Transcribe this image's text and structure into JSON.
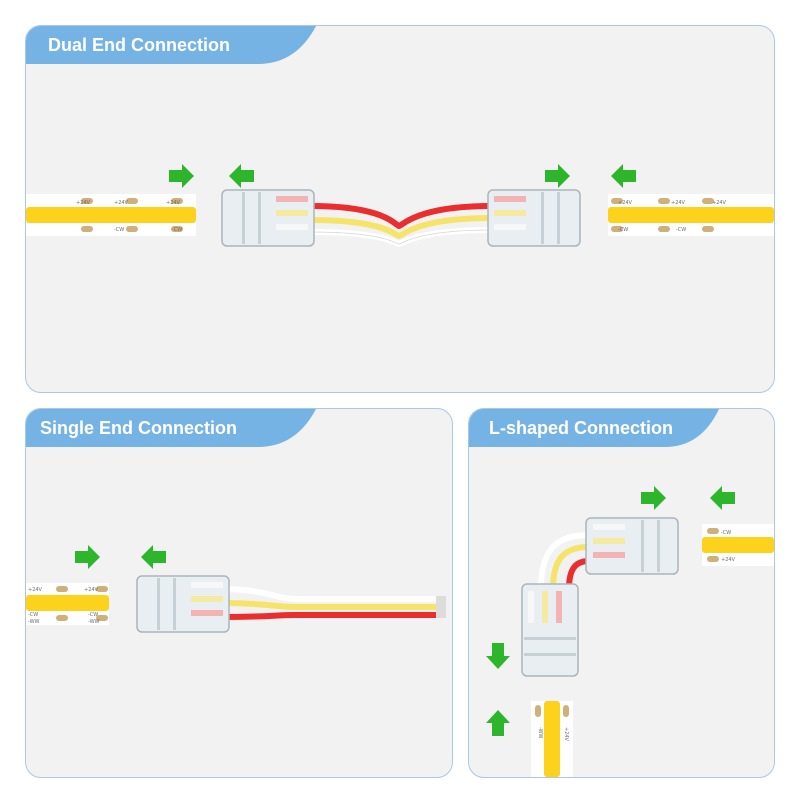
{
  "panels": {
    "dual": {
      "title": "Dual End Connection"
    },
    "single": {
      "title": "Single End Connection"
    },
    "lshape": {
      "title": "L-shaped Connection"
    }
  },
  "strip_labels": {
    "plus": "+24V",
    "cw": "-CW",
    "ww": "-WW"
  },
  "colors": {
    "header_blue": "#74b3e3",
    "arrow_green": "#2db52b",
    "strip_yellow": "#fcd21c",
    "wire_red": "#ea2e2e",
    "wire_yellow": "#f6e46a",
    "wire_white": "#ffffff"
  },
  "icons": [
    "arrow-right-icon",
    "arrow-left-icon",
    "arrow-up-icon",
    "arrow-down-icon"
  ]
}
